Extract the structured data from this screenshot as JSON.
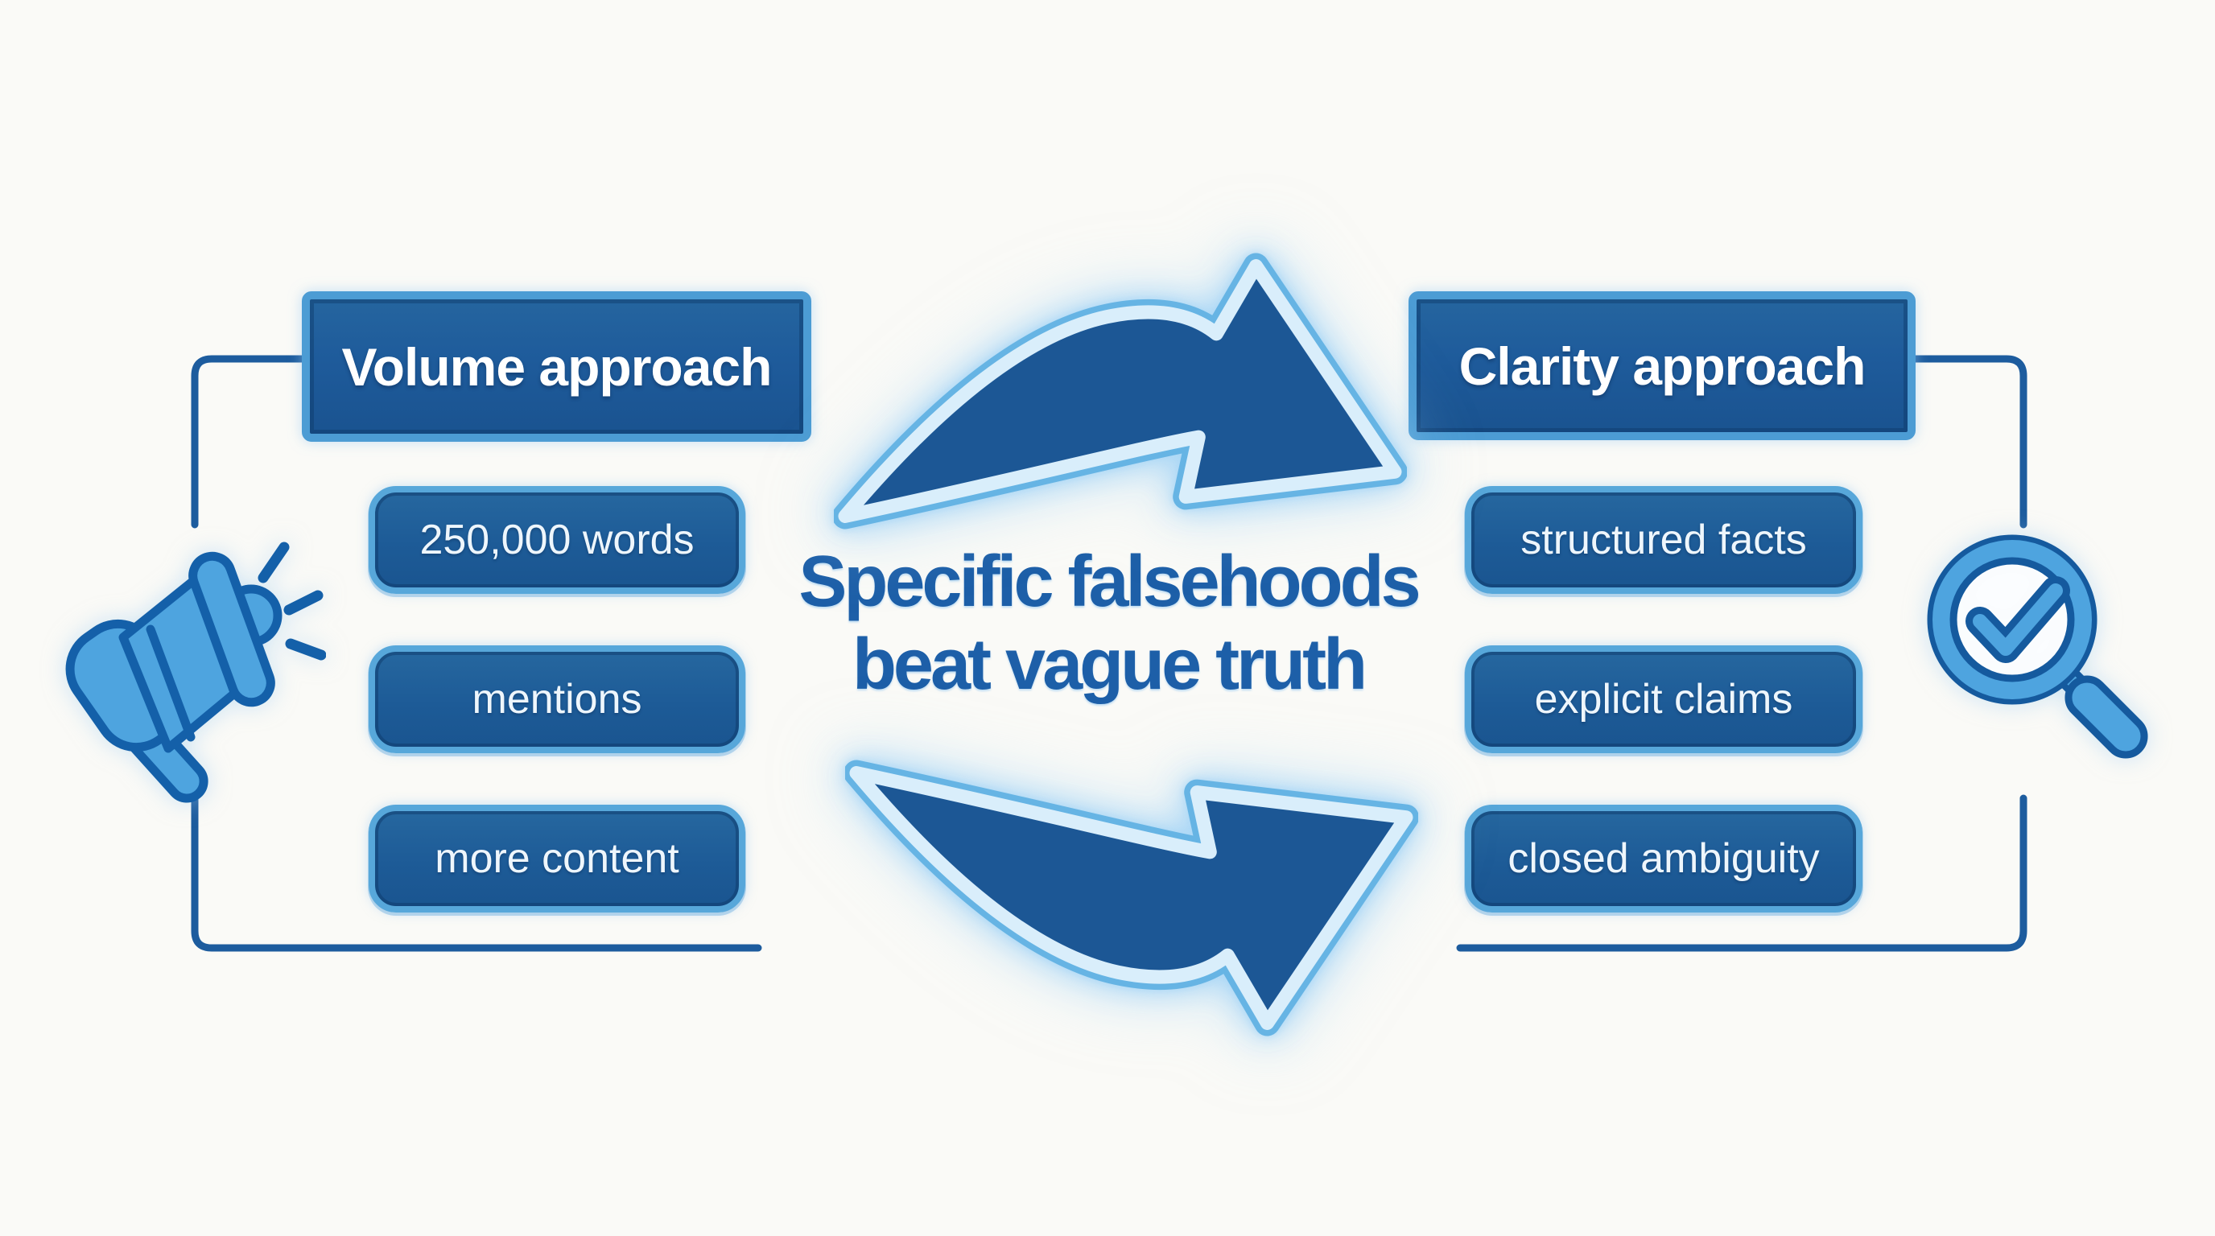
{
  "headline": {
    "line1": "Specific falsehoods",
    "line2": "beat vague truth"
  },
  "volume_panel": {
    "header": "Volume approach",
    "items": [
      "250,000 words",
      "mentions",
      "more content"
    ],
    "icon": "megaphone-icon"
  },
  "clarity_panel": {
    "header": "Clarity approach",
    "items": [
      "structured facts",
      "explicit claims",
      "closed ambiguity"
    ],
    "icon": "magnifying-glass-check-icon"
  },
  "arrows": {
    "top": "curved-arrow-right-icon",
    "bottom": "curved-arrow-right-icon"
  },
  "colors": {
    "background": "#fafaf7",
    "primary_dark": "#1d5c9e",
    "panel_fill": "#1e5b9b",
    "panel_border": "#57a7da",
    "text_light": "#eef6fc",
    "headline_text": "#1d5fa8",
    "icon_fill": "#4ea4df",
    "icon_outline": "#155a9e",
    "arrow_fill": "#1c5795",
    "arrow_light_edge": "#d9eefb",
    "arrow_mid_edge": "#66b4e4"
  }
}
